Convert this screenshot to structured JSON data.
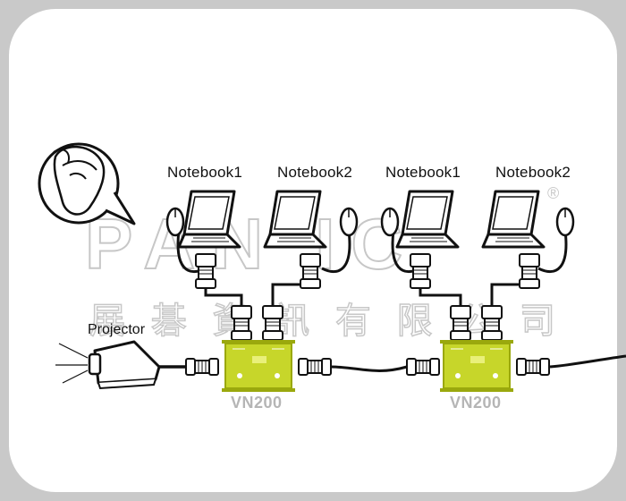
{
  "labels": {
    "notebook_a1": "Notebook1",
    "notebook_a2": "Notebook2",
    "notebook_b1": "Notebook1",
    "notebook_b2": "Notebook2",
    "projector": "Projector",
    "switch_1": "VN200",
    "switch_2": "VN200"
  },
  "watermark": {
    "brand": "PAN IC",
    "chinese": "展 碁 資 訊 有 限 公 司",
    "registered": "®"
  },
  "colors": {
    "frame": "#c9c9c9",
    "switch_body": "#c7d62a",
    "switch_edge": "#9aa80d",
    "line": "#111111",
    "watermark": "#9a9a9a"
  },
  "icons": [
    "mouse-in-hand-icon",
    "laptop-icon",
    "mouse-icon",
    "vga-connector-icon",
    "projector-icon",
    "kvm-switch-icon"
  ]
}
